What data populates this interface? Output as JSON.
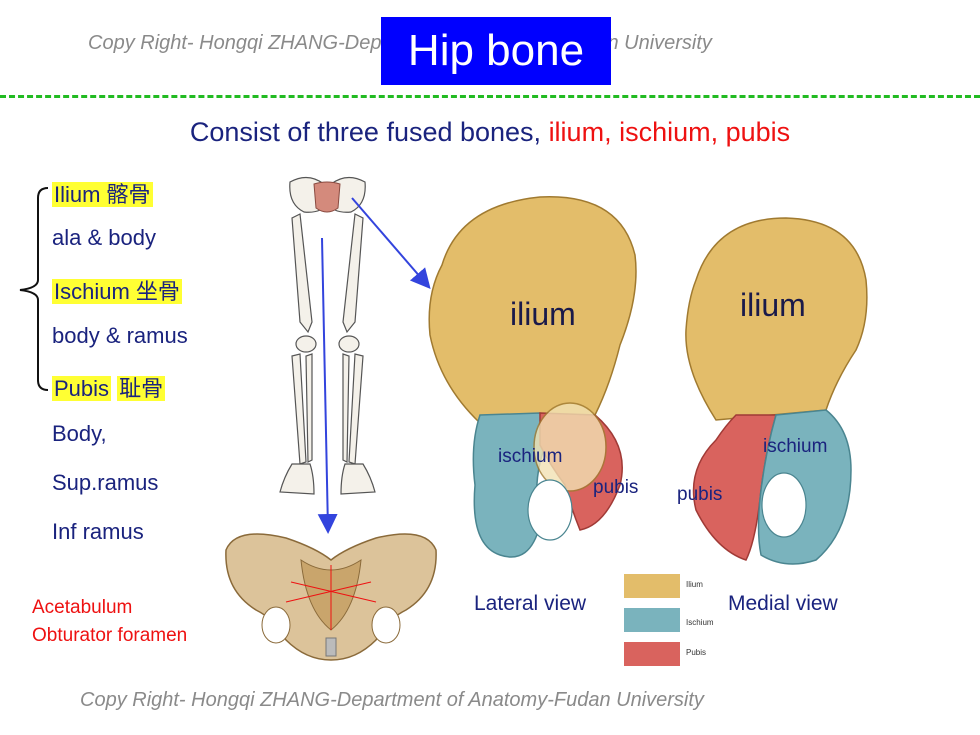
{
  "header": {
    "copyright": "Copy Right- Hongqi ZHANG-Department of Anatomy-Fudan University",
    "title": "Hip bone"
  },
  "subtitle": {
    "prefix": "Consist of three fused bones, ",
    "highlight": "ilium, ischium, pubis"
  },
  "outline": {
    "items": [
      {
        "label": "Ilium 髂骨",
        "highlight": true
      },
      {
        "label": "ala & body",
        "highlight": false
      },
      {
        "label": "Ischium 坐骨",
        "highlight": true
      },
      {
        "label": "body & ramus",
        "highlight": false
      },
      {
        "label": "Pubis",
        "highlight": true,
        "suffix": "耻骨"
      },
      {
        "label": "Body,",
        "highlight": false
      },
      {
        "label": "Sup.ramus",
        "highlight": false
      },
      {
        "label": "Inf ramus",
        "highlight": false
      }
    ]
  },
  "notes": {
    "acetabulum": "Acetabulum",
    "obturator": "Obturator foramen"
  },
  "lateral": {
    "ilium": "ilium",
    "ischium": "ischium",
    "pubis": "pubis",
    "view": "Lateral view"
  },
  "medial": {
    "ilium": "ilium",
    "ischium": "ischium",
    "pubis": "pubis",
    "view": "Medial view"
  },
  "legend": {
    "items": [
      {
        "label": "Ilium",
        "color": "#e3bd6a"
      },
      {
        "label": "Ischium",
        "color": "#7ab3bd"
      },
      {
        "label": "Pubis",
        "color": "#d9635e"
      }
    ]
  },
  "colors": {
    "title_bg": "#0000ff",
    "accent_red": "#ee1111",
    "text_navy": "#1a237e",
    "divider": "#22bb22",
    "highlight": "#ffff33"
  },
  "footer": {
    "copyright": "Copy Right- Hongqi ZHANG-Department of Anatomy-Fudan University"
  }
}
